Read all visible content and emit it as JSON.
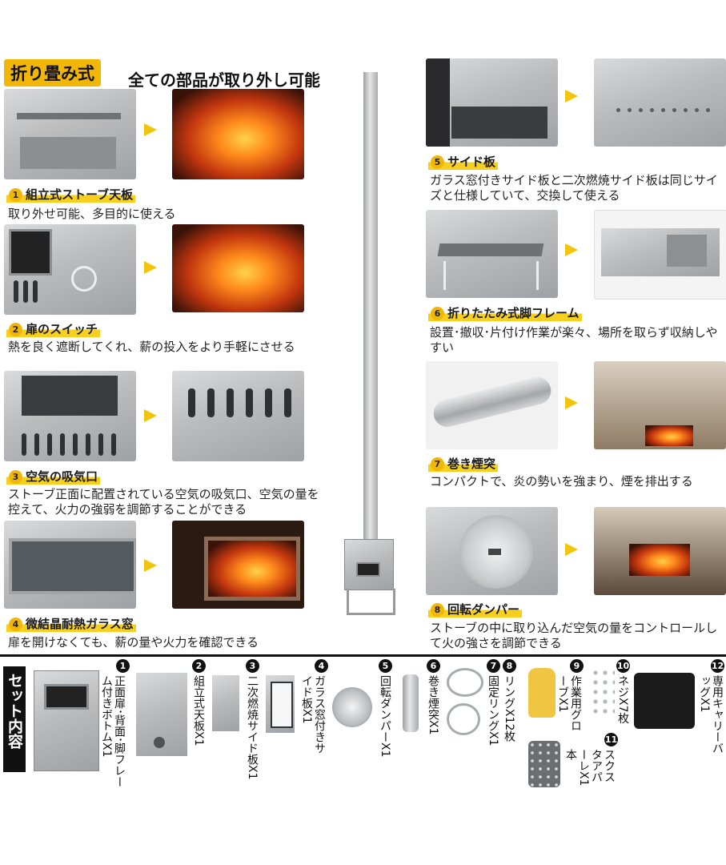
{
  "header": {
    "badge": "折り畳み式",
    "headline": "全ての部品が取り外し可能"
  },
  "features": [
    {
      "num": "1",
      "title": "組立式ストーブ天板",
      "desc": "取り外せ可能、多目的に使える"
    },
    {
      "num": "2",
      "title": "扉のスイッチ",
      "desc": "熱を良く遮断してくれ、薪の投入をより手軽にさせる"
    },
    {
      "num": "3",
      "title": "空気の吸気口",
      "desc": "ストーブ正面に配置されている空気の吸気口、空気の量を控えて、火力の強弱を調節することができる"
    },
    {
      "num": "4",
      "title": "微結晶耐熱ガラス窓",
      "desc": "扉を開けなくても、薪の量や火力を確認できる"
    },
    {
      "num": "5",
      "title": "サイド板",
      "desc": "ガラス窓付きサイド板と二次燃焼サイド板は同じサイズと仕様していて、交換して使える"
    },
    {
      "num": "6",
      "title": "折りたたみ式脚フレーム",
      "desc": "設置･撤収･片付け作業が楽々、場所を取らず収納しやすい"
    },
    {
      "num": "7",
      "title": "巻き煙突",
      "desc": "コンパクトで、炎の勢いを強まり、煙を排出する"
    },
    {
      "num": "8",
      "title": "回転ダンパー",
      "desc": "ストーブの中に取り込んだ空気の量をコントロールして火の強さを調節できる"
    }
  ],
  "set": {
    "label": "セット内容",
    "items": [
      {
        "num": "1",
        "text": "正面扉･背面･脚フレーム付きボトムX1"
      },
      {
        "num": "2",
        "text": "組立式天板X1"
      },
      {
        "num": "3",
        "text": "二次燃焼サイド板X1"
      },
      {
        "num": "4",
        "text": "ガラス窓付きサイド板X1"
      },
      {
        "num": "5",
        "text": "回転ダンパーX1"
      },
      {
        "num": "6",
        "text": "巻き煙突X1"
      },
      {
        "num": "7",
        "text": "固定リングX1"
      },
      {
        "num": "8",
        "text": "リングX12枚"
      },
      {
        "num": "9",
        "text": "作業用グローブX1"
      },
      {
        "num": "10",
        "text": "ネジX7枚"
      },
      {
        "num": "11",
        "text": "スクスタアパーレX1本"
      },
      {
        "num": "12",
        "text": "専用キャリーバッグX1"
      }
    ]
  },
  "colors": {
    "accent": "#f2b705",
    "arrow": "#f2c40c",
    "text": "#222222",
    "steel": "#b9bbbd"
  }
}
